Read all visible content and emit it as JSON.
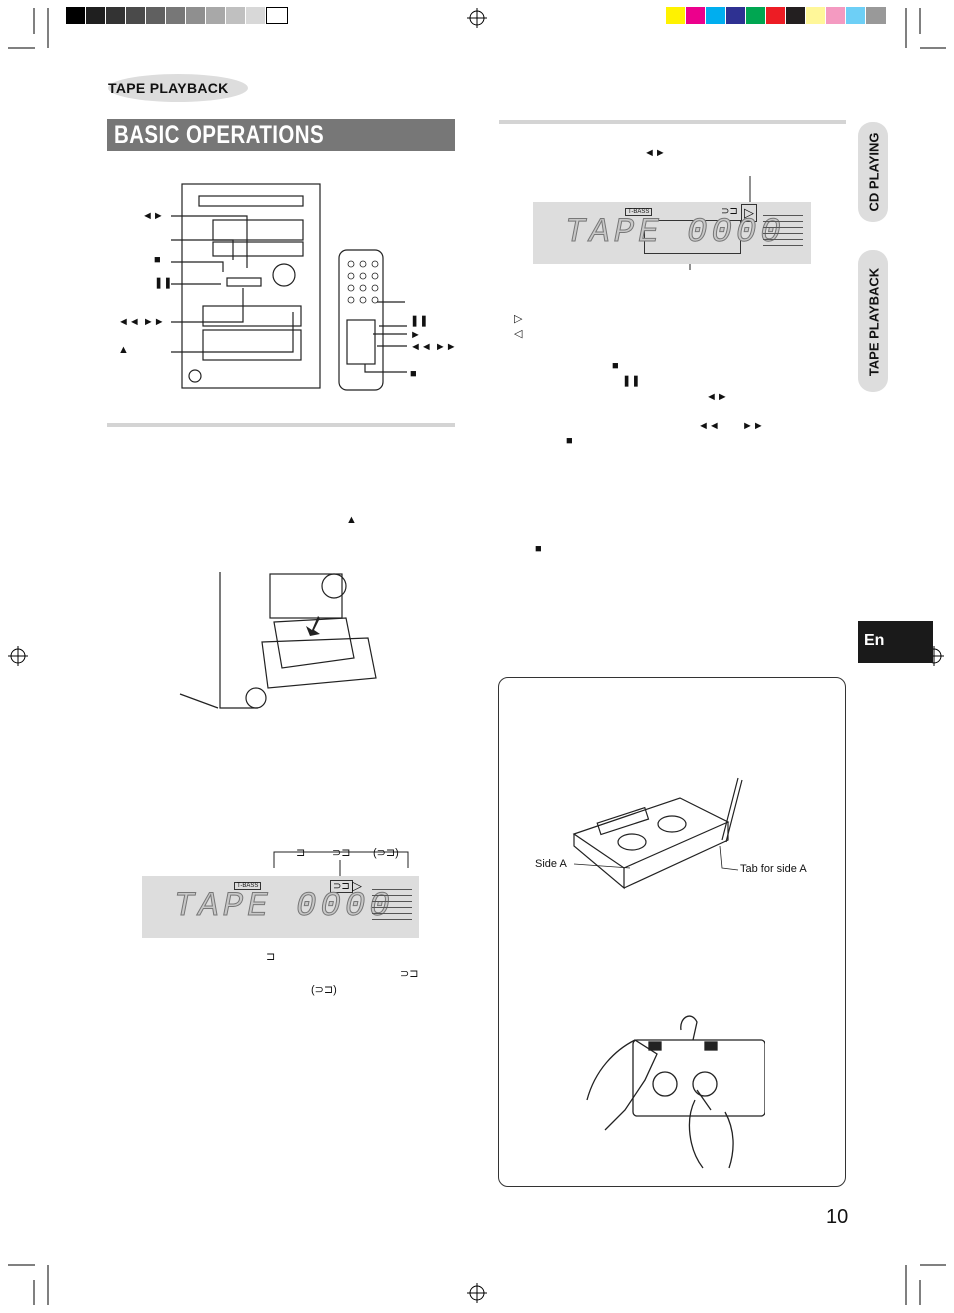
{
  "header": {
    "section_badge": "TAPE PLAYBACK",
    "title": "BASIC OPERATIONS"
  },
  "side_tabs": {
    "cd": "CD PLAYING",
    "tape": "TAPE PLAYBACK",
    "language": "En"
  },
  "symbols": {
    "play": "◄►",
    "stop": "■",
    "pause": "❚❚",
    "rewind_ff": "◄◄ ►►",
    "eject": "▲",
    "play_fwd": "►",
    "rewind": "◄◄",
    "ff": "►►",
    "tri_fwd": "▷",
    "tri_rev": "◁",
    "rev_one": "⊐",
    "rev_loop": "⊃⊐",
    "rev_inf": "(⊃⊐)"
  },
  "display": {
    "text": "TAPE 0000",
    "badge": "T-BASS",
    "rev_icon": "⊃⊐",
    "dir_icon": "▷"
  },
  "box": {
    "side_a": "Side A",
    "tab_for_side_a": "Tab for side A"
  },
  "page_number": "10",
  "colors": {
    "title_bg": "#777777",
    "tab_bg": "#1a1a1a",
    "rule": "#d4d4d4"
  }
}
